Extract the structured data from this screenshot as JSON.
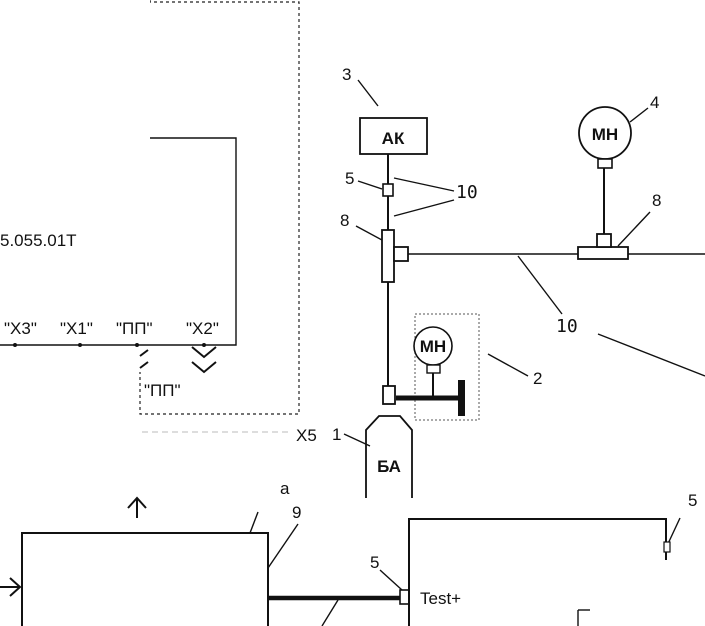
{
  "components": {
    "ak": {
      "label": "АК",
      "number": "3"
    },
    "mn_top": {
      "label": "МН",
      "number": "4"
    },
    "mn_inner": {
      "label": "МН",
      "number": "2"
    },
    "ba": {
      "label": "БА",
      "number": "1"
    }
  },
  "callouts": {
    "n5_top": "5",
    "n10_top": "10",
    "n8_left": "8",
    "n8_right": "8",
    "n10_right": "10",
    "n9": "9",
    "n5_test": "5",
    "n5_right": "5",
    "n5_fragment": "Х5"
  },
  "terminals": {
    "x3": "\"Х3\"",
    "x1": "\"Х1\"",
    "pp": "\"ПП\"",
    "x2": "\"Х2\"",
    "pp_lower": "\"ПП\"",
    "test": "Test+"
  },
  "fragments": {
    "partial_code": "5.055.01Т",
    "a_letter": "а"
  }
}
